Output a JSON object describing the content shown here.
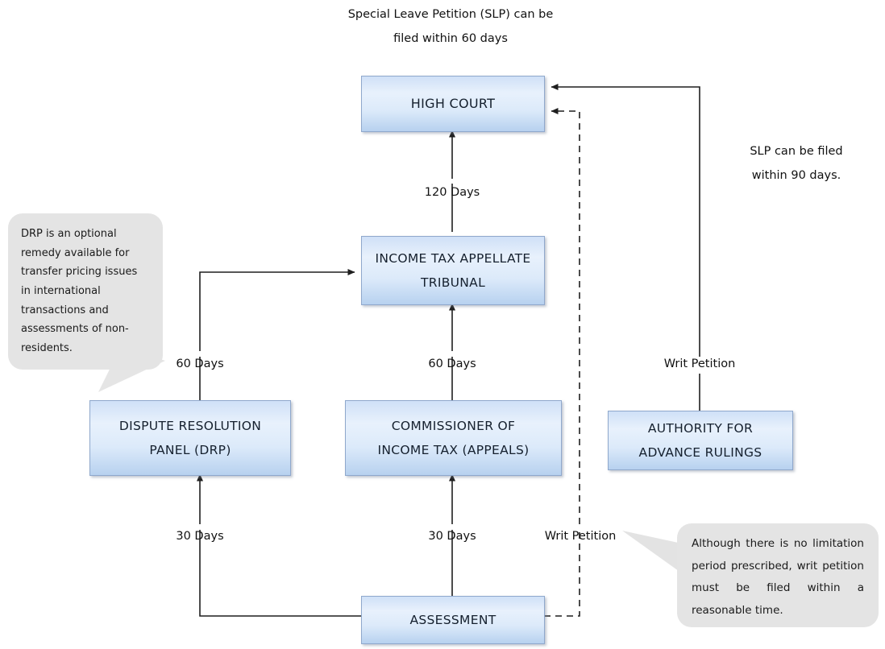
{
  "diagram": {
    "title_note": {
      "line1": "Special Leave Petition (SLP) can be",
      "line2": "filed within 60 days"
    },
    "nodes": [
      {
        "id": "high-court",
        "label_line1": "HIGH COURT",
        "label_line2": ""
      },
      {
        "id": "itat",
        "label_line1": "INCOME TAX APPELLATE",
        "label_line2": "TRIBUNAL"
      },
      {
        "id": "drp",
        "label_line1": "DISPUTE RESOLUTION",
        "label_line2": "PANEL (DRP)"
      },
      {
        "id": "cit-appeals",
        "label_line1": "COMMISSIONER OF",
        "label_line2": "INCOME TAX (APPEALS)"
      },
      {
        "id": "aar",
        "label_line1": "AUTHORITY FOR",
        "label_line2": "ADVANCE RULINGS"
      },
      {
        "id": "assessment",
        "label_line1": "ASSESSMENT",
        "label_line2": ""
      }
    ],
    "edge_labels": {
      "itat_to_hc": "120 Days",
      "drp_to_itat": "60 Days",
      "cit_to_itat": "60 Days",
      "aar_to_hc": "Writ Petition",
      "assessment_to_drp": "30 Days",
      "assessment_to_cit": "30 Days",
      "assessment_writ": "Writ Petition"
    },
    "side_note": {
      "line1": "SLP can be filed",
      "line2": "within 90 days."
    },
    "callout_drp": {
      "text": "DRP is an optional remedy available for transfer pricing issues in international transactions and assessments of non-residents."
    },
    "callout_writ": {
      "text": "Although there is no limitation period prescribed, writ petition must be filed within a reasonable time."
    },
    "colors": {
      "box_border": "#8FA8CC",
      "box_fill_top": "#cfe0f7",
      "box_fill_bottom": "#b7d1ef",
      "callout_fill": "#e4e4e4",
      "line": "#1f1f1f",
      "text": "#15202e"
    }
  }
}
